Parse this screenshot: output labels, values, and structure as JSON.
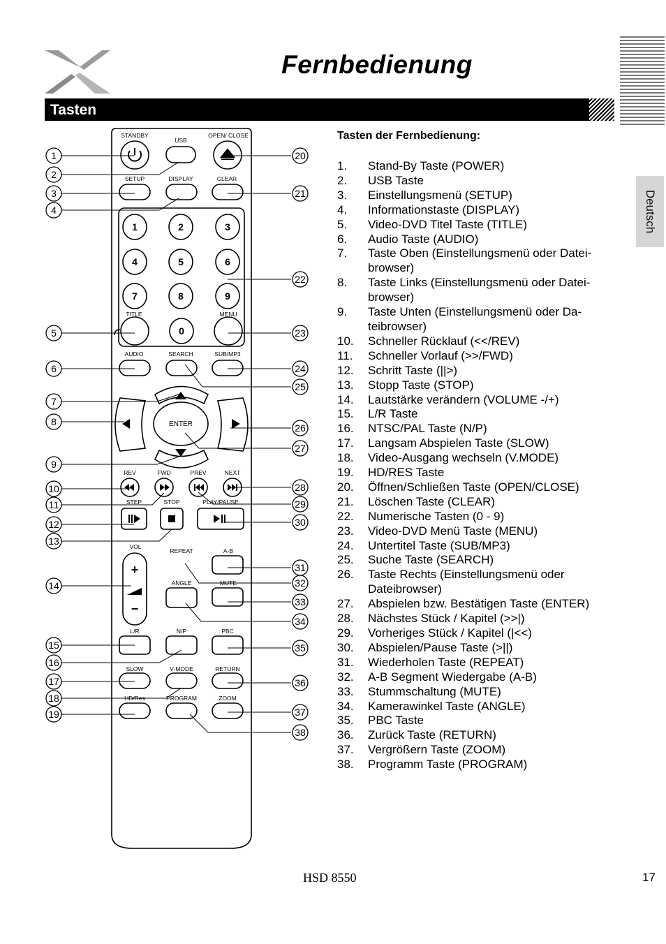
{
  "header": {
    "title": "Fernbedienung",
    "section": "Tasten",
    "side_tab": "Deutsch"
  },
  "list": {
    "heading": "Tasten der Fernbedienung:",
    "items": [
      {
        "n": "1.",
        "t": "Stand-By Taste (POWER)"
      },
      {
        "n": "2.",
        "t": "USB Taste"
      },
      {
        "n": "3.",
        "t": "Einstellungsmenü (SETUP)"
      },
      {
        "n": "4.",
        "t": "Informationstaste (DISPLAY)"
      },
      {
        "n": "5.",
        "t": "Video-DVD Titel Taste (TITLE)"
      },
      {
        "n": "6.",
        "t": "Audio Taste (AUDIO)"
      },
      {
        "n": "7.",
        "t": "Taste Oben (Einstellungsmenü oder Datei-browser)"
      },
      {
        "n": "8.",
        "t": "Taste Links (Einstellungsmenü oder Datei-browser)"
      },
      {
        "n": "9.",
        "t": "Taste Unten (Einstellungsmenü oder Da-teibrowser)"
      },
      {
        "n": "10.",
        "t": "Schneller Rücklauf (<</REV)"
      },
      {
        "n": "11.",
        "t": "Schneller Vorlauf (>>/FWD)"
      },
      {
        "n": "12.",
        "t": "Schritt Taste (||>)"
      },
      {
        "n": "13.",
        "t": "Stopp Taste (STOP)"
      },
      {
        "n": "14.",
        "t": "Lautstärke verändern (VOLUME -/+)"
      },
      {
        "n": "15.",
        "t": "L/R Taste"
      },
      {
        "n": "16.",
        "t": "NTSC/PAL Taste (N/P)"
      },
      {
        "n": "17.",
        "t": "Langsam Abspielen Taste (SLOW)"
      },
      {
        "n": "18.",
        "t": "Video-Ausgang wechseln (V.MODE)"
      },
      {
        "n": "19.",
        "t": "HD/RES Taste"
      },
      {
        "n": "20.",
        "t": "Öffnen/Schließen Taste (OPEN/CLOSE)"
      },
      {
        "n": "21.",
        "t": "Löschen Taste (CLEAR)"
      },
      {
        "n": "22.",
        "t": "Numerische Tasten (0 - 9)"
      },
      {
        "n": "23.",
        "t": "Video-DVD Menü Taste (MENU)"
      },
      {
        "n": "24.",
        "t": "Untertitel Taste (SUB/MP3)"
      },
      {
        "n": "25.",
        "t": "Suche Taste (SEARCH)"
      },
      {
        "n": "26.",
        "t": "Taste Rechts (Einstellungsmenü oder Dateibrowser)"
      },
      {
        "n": "27.",
        "t": "Abspielen bzw. Bestätigen Taste (ENTER)"
      },
      {
        "n": "28.",
        "t": "Nächstes Stück / Kapitel (>>|)"
      },
      {
        "n": "29.",
        "t": "Vorheriges Stück / Kapitel (|<<)"
      },
      {
        "n": "30.",
        "t": "Abspielen/Pause Taste (>||)"
      },
      {
        "n": "31.",
        "t": "Wiederholen Taste (REPEAT)"
      },
      {
        "n": "32.",
        "t": "A-B Segment Wiedergabe (A-B)"
      },
      {
        "n": "33.",
        "t": "Stummschaltung (MUTE)"
      },
      {
        "n": "34.",
        "t": "Kamerawinkel Taste (ANGLE)"
      },
      {
        "n": "35.",
        "t": "PBC Taste"
      },
      {
        "n": "36.",
        "t": "Zurück Taste (RETURN)"
      },
      {
        "n": "37.",
        "t": "Vergrößern Taste (ZOOM)"
      },
      {
        "n": "38.",
        "t": "Programm Taste (PROGRAM)"
      }
    ]
  },
  "remote": {
    "labels": {
      "standby": "STANDBY",
      "usb": "USB",
      "open_close": "OPEN/ CLOSE",
      "setup": "SETUP",
      "display": "DISPLAY",
      "clear": "CLEAR",
      "title": "TITLE",
      "menu": "MENU",
      "audio": "AUDIO",
      "search": "SEARCH",
      "sub_mp3": "SUB/MP3",
      "enter": "ENTER",
      "rev": "REV",
      "fwd": "FWD",
      "prev": "PREV",
      "next": "NEXT",
      "step": "STEP",
      "stop": "STOP",
      "play_pause": "PLAY/PAUSE",
      "vol": "VOL",
      "vol_plus": "+",
      "vol_minus": "−",
      "repeat": "REPEAT",
      "a_b": "A-B",
      "angle": "ANGLE",
      "mute": "MUTE",
      "lr": "L/R",
      "np": "N/P",
      "pbc": "PBC",
      "slow": "SLOW",
      "vmode": "V-MODE",
      "return": "RETURN",
      "hd_res": "HD/Res",
      "program": "PROGRAM",
      "zoom": "ZOOM"
    },
    "digits": [
      "1",
      "2",
      "3",
      "4",
      "5",
      "6",
      "7",
      "8",
      "9",
      "0"
    ],
    "callouts": [
      "1",
      "2",
      "3",
      "4",
      "5",
      "6",
      "7",
      "8",
      "9",
      "10",
      "11",
      "12",
      "13",
      "14",
      "15",
      "16",
      "17",
      "18",
      "19",
      "20",
      "21",
      "22",
      "23",
      "24",
      "25",
      "26",
      "27",
      "28",
      "29",
      "30",
      "31",
      "32",
      "33",
      "34",
      "35",
      "36",
      "37",
      "38"
    ]
  },
  "footer": {
    "model": "HSD 8550",
    "page": "17"
  }
}
